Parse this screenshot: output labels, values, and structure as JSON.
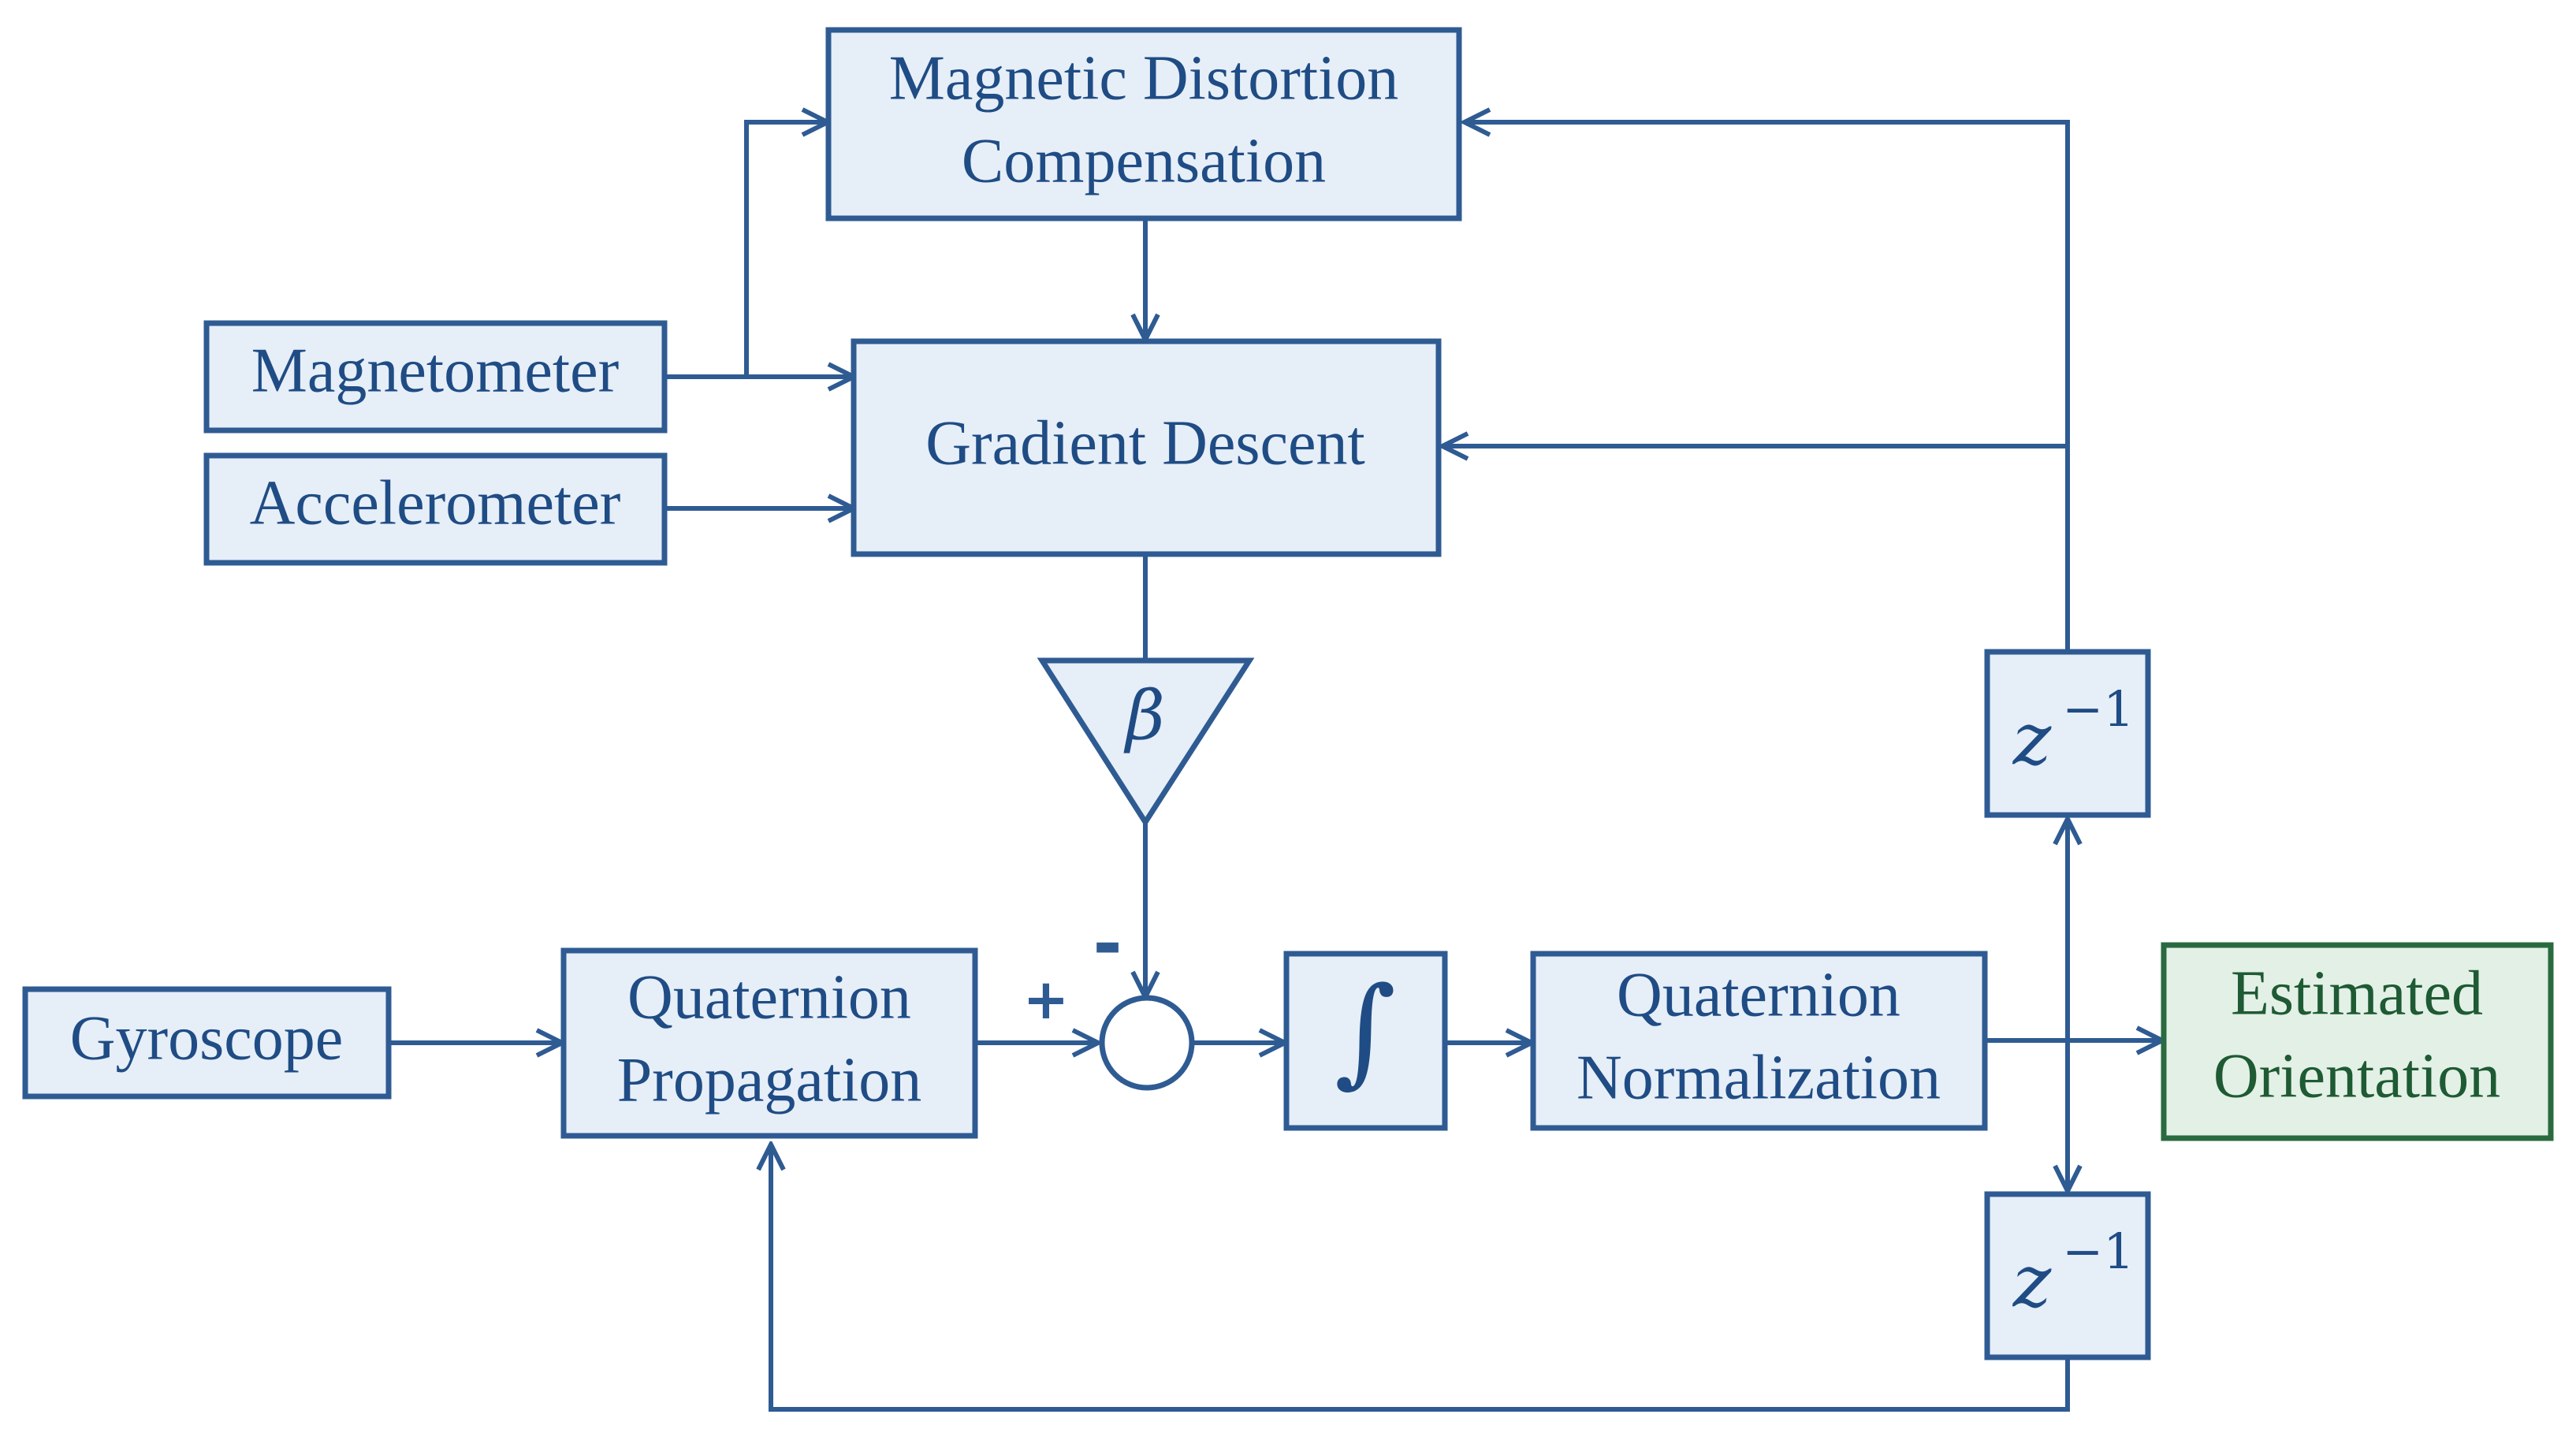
{
  "colors": {
    "line": "#2f5b93",
    "block_fill": "#e6eef8",
    "output_stroke": "#2a6a3f",
    "output_fill": "#e3f0e6",
    "text": "#1f4c84"
  },
  "blocks": {
    "magnetic_distortion": {
      "line1": "Magnetic Distortion",
      "line2": "Compensation"
    },
    "magnetometer": {
      "label": "Magnetometer"
    },
    "accelerometer": {
      "label": "Accelerometer"
    },
    "gradient_descent": {
      "label": "Gradient Descent"
    },
    "gain": {
      "symbol": "β"
    },
    "gyroscope": {
      "label": "Gyroscope"
    },
    "quaternion_propagation": {
      "line1": "Quaternion",
      "line2": "Propagation"
    },
    "summing_junction": {
      "plus_sign": "+",
      "minus_sign": "-"
    },
    "integrator": {
      "symbol": "∫"
    },
    "quaternion_normalization": {
      "line1": "Quaternion",
      "line2": "Normalization"
    },
    "estimated_orientation": {
      "line1": "Estimated",
      "line2": "Orientation"
    },
    "delay_upper": {
      "base": "z",
      "exponent": "−1"
    },
    "delay_lower": {
      "base": "z",
      "exponent": "−1"
    }
  }
}
